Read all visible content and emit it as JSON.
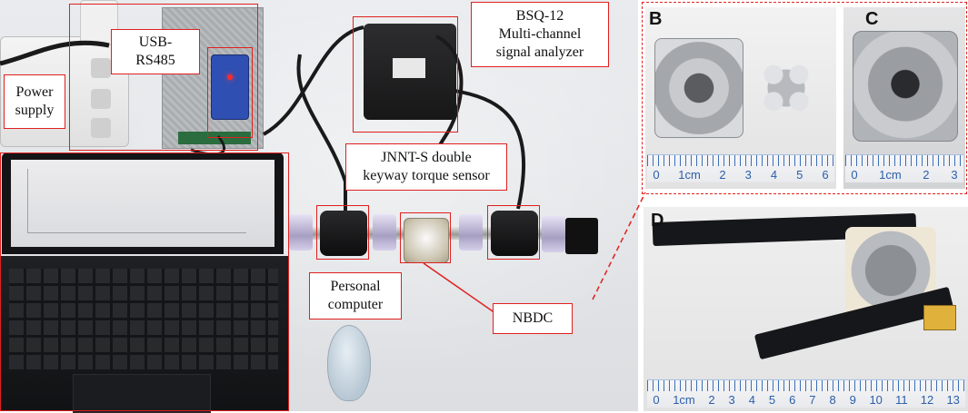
{
  "labels": {
    "usb_rs485": "USB-\nRS485",
    "power_supply": "Power\nsupply",
    "bsq12": "BSQ-12\nMulti-channel\nsignal analyzer",
    "torque_sensor": "JNNT-S double\nkeyway torque sensor",
    "personal_computer": "Personal\ncomputer",
    "nbdc": "NBDC"
  },
  "panels": {
    "b": "B",
    "c": "C",
    "d": "D"
  },
  "rulers": {
    "b": [
      "0",
      "1cm",
      "2",
      "3",
      "4",
      "5",
      "6"
    ],
    "c": [
      "0",
      "1cm",
      "2",
      "3"
    ],
    "d": [
      "0",
      "1cm",
      "2",
      "3",
      "4",
      "5",
      "6",
      "7",
      "8",
      "9",
      "10",
      "11",
      "12",
      "13"
    ]
  },
  "colors": {
    "callout": "#e0201f",
    "ruler_ink": "#2b5ea9"
  }
}
